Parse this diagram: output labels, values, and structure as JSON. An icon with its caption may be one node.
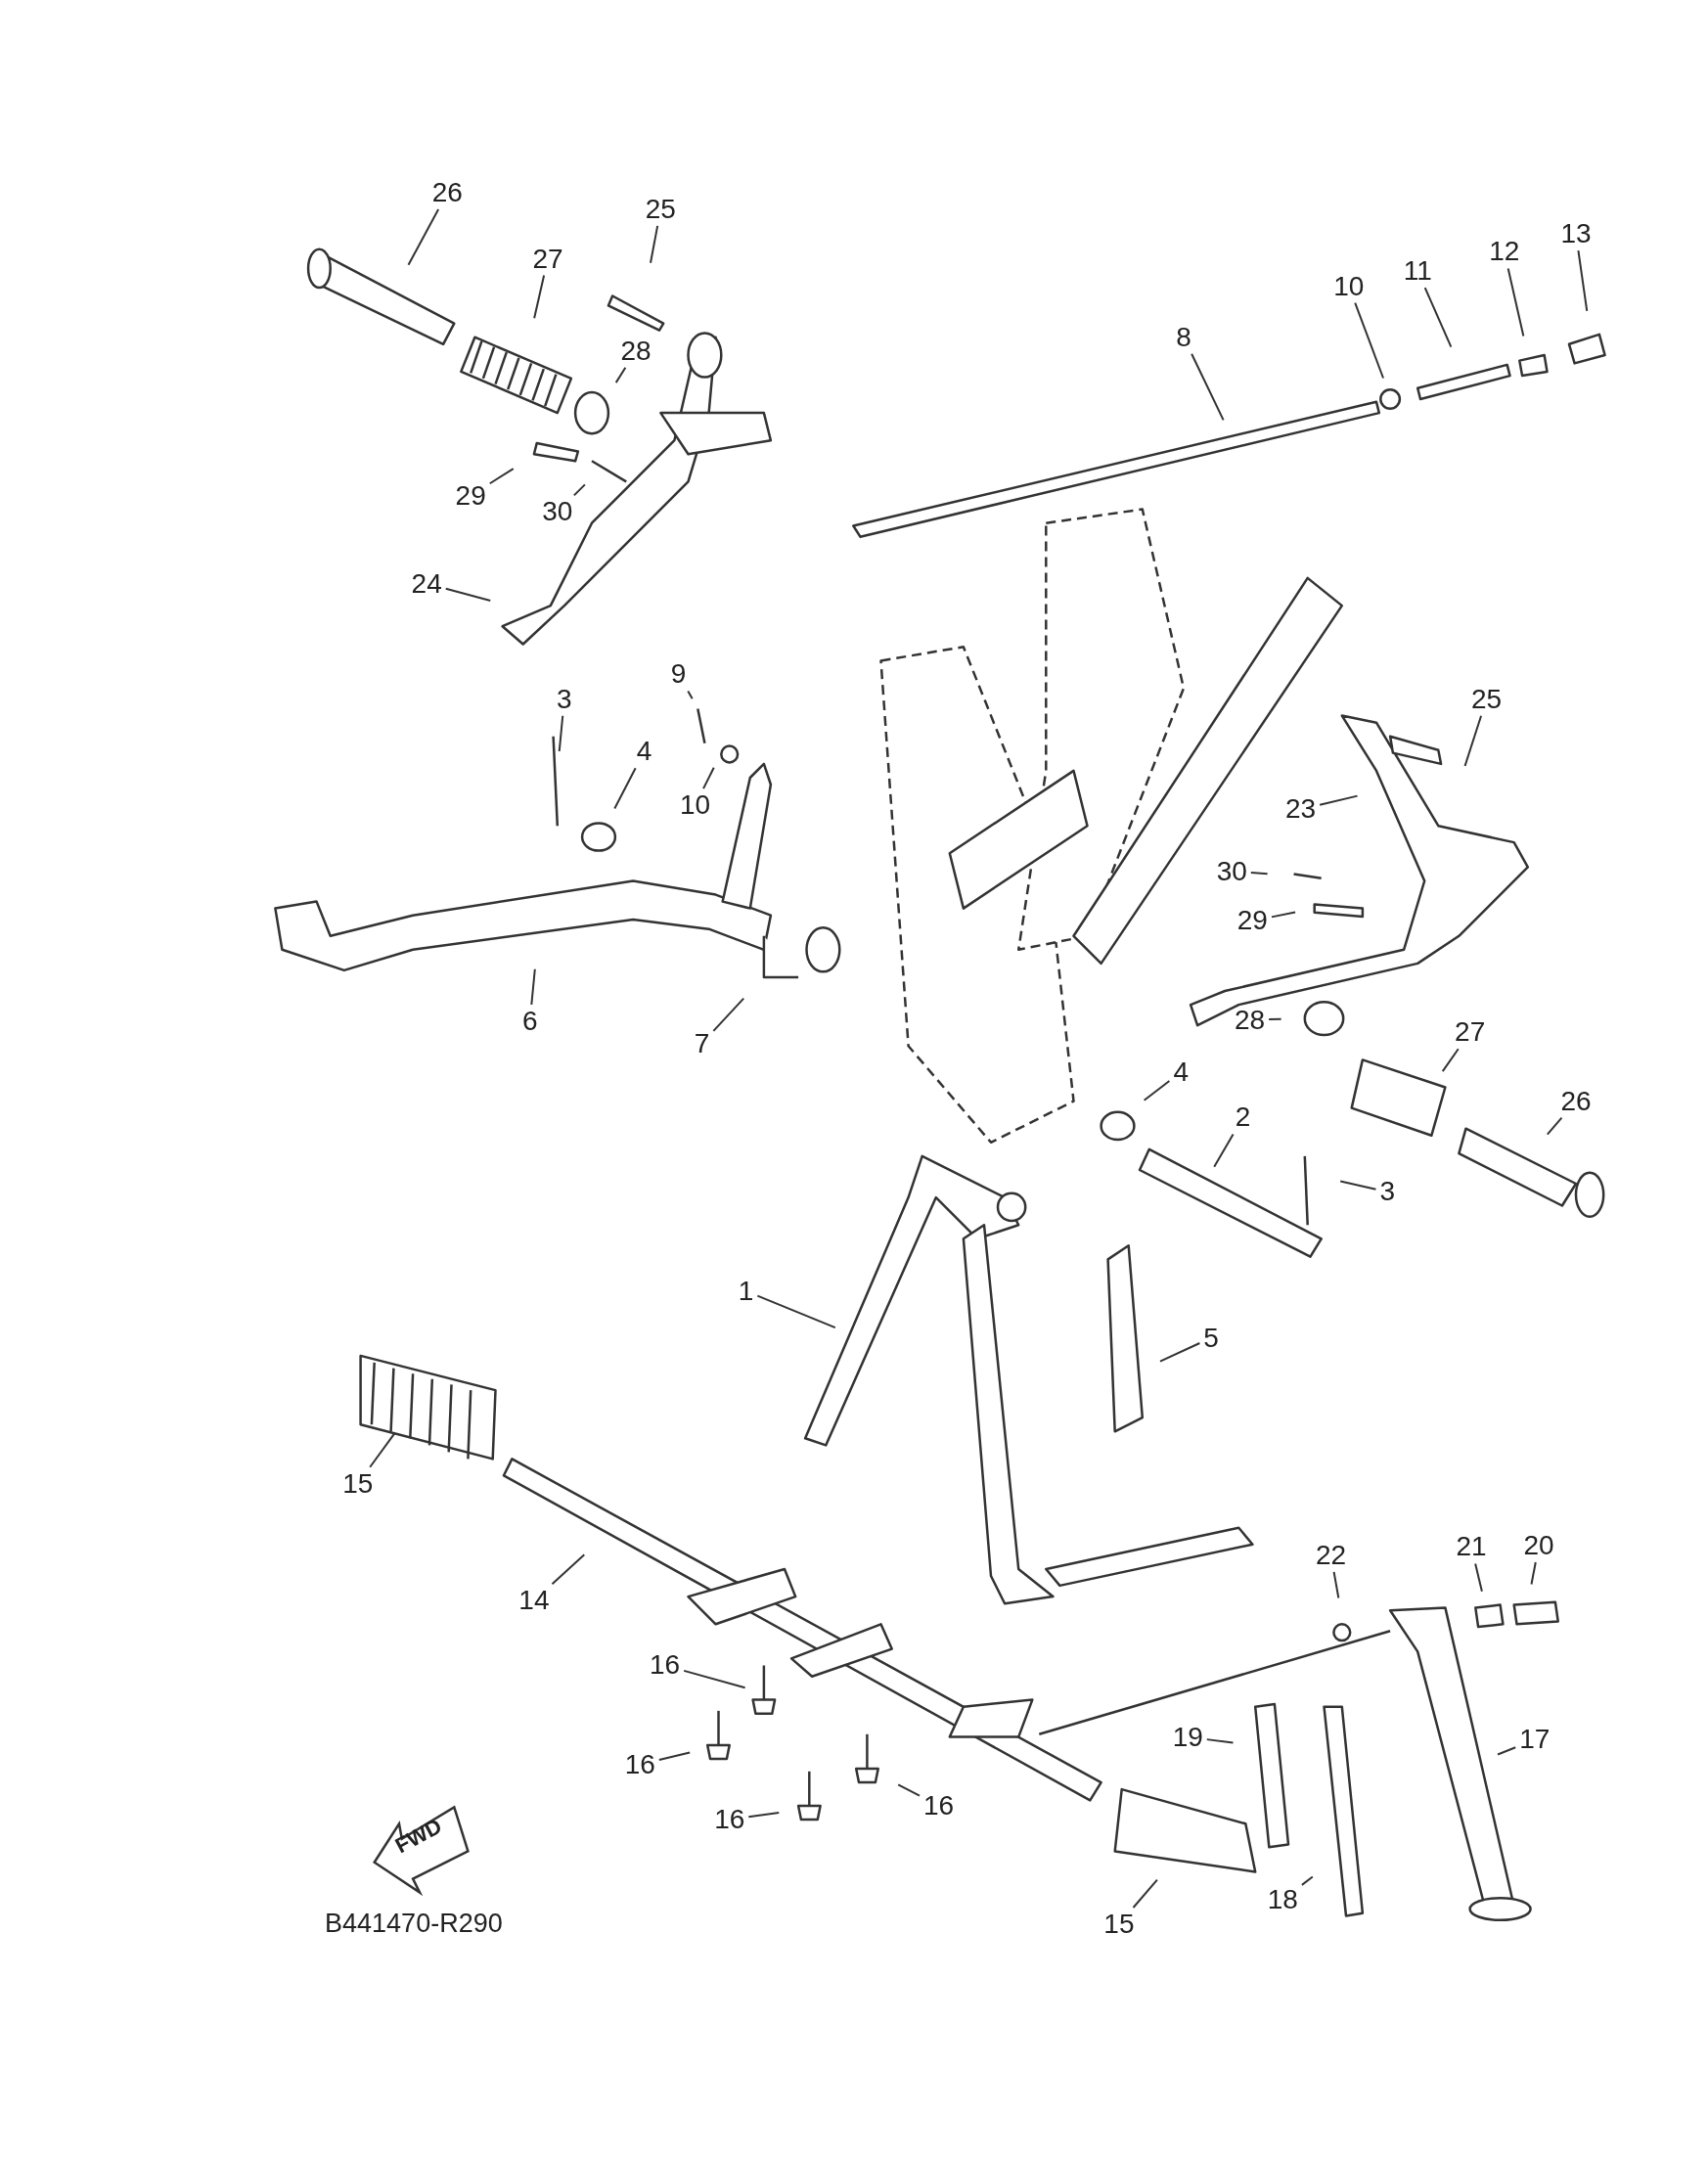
{
  "diagram": {
    "nodes": [
      {
        "text": [
          "26"
        ]
      },
      {
        "text": [
          "27"
        ]
      },
      {
        "text": [
          "25"
        ]
      },
      {
        "text": [
          "28"
        ]
      },
      {
        "text": [
          "29"
        ]
      },
      {
        "text": [
          "30"
        ]
      },
      {
        "text": [
          "24"
        ]
      },
      {
        "text": [
          "8"
        ]
      },
      {
        "text": [
          "10"
        ]
      },
      {
        "text": [
          "11"
        ]
      },
      {
        "text": [
          "12"
        ]
      },
      {
        "text": [
          "13"
        ]
      },
      {
        "text": [
          "9"
        ]
      },
      {
        "text": [
          "3"
        ]
      },
      {
        "text": [
          "4"
        ]
      },
      {
        "text": [
          "10"
        ]
      },
      {
        "text": [
          "6"
        ]
      },
      {
        "text": [
          "7"
        ]
      },
      {
        "text": [
          "25"
        ]
      },
      {
        "text": [
          "23"
        ]
      },
      {
        "text": [
          "30"
        ]
      },
      {
        "text": [
          "29"
        ]
      },
      {
        "text": [
          "28"
        ]
      },
      {
        "text": [
          "27"
        ]
      },
      {
        "text": [
          "26"
        ]
      },
      {
        "text": [
          "4"
        ]
      },
      {
        "text": [
          "2"
        ]
      },
      {
        "text": [
          "3"
        ]
      },
      {
        "text": [
          "1"
        ]
      },
      {
        "text": [
          "5"
        ]
      },
      {
        "text": [
          "15"
        ]
      },
      {
        "text": [
          "14"
        ]
      },
      {
        "text": [
          "16"
        ]
      },
      {
        "text": [
          "16"
        ]
      },
      {
        "text": [
          "16"
        ]
      },
      {
        "text": [
          "16"
        ]
      },
      {
        "text": [
          "22"
        ]
      },
      {
        "text": [
          "21"
        ]
      },
      {
        "text": [
          "20"
        ]
      },
      {
        "text": [
          "19"
        ]
      },
      {
        "text": [
          "17"
        ]
      },
      {
        "text": [
          "18"
        ]
      },
      {
        "text": [
          "15"
        ]
      }
    ],
    "edges": [
      {
        "from": 0,
        "to": null,
        "arrow": "none"
      },
      {
        "from": 1,
        "to": null,
        "arrow": "none"
      },
      {
        "from": 2,
        "to": null,
        "arrow": "none"
      },
      {
        "from": 3,
        "to": null,
        "arrow": "none"
      },
      {
        "from": 4,
        "to": null,
        "arrow": "none"
      },
      {
        "from": 5,
        "to": null,
        "arrow": "none"
      },
      {
        "from": 6,
        "to": null,
        "arrow": "none"
      },
      {
        "from": 7,
        "to": null,
        "arrow": "none"
      },
      {
        "from": 8,
        "to": null,
        "arrow": "none"
      },
      {
        "from": 9,
        "to": null,
        "arrow": "none"
      },
      {
        "from": 10,
        "to": null,
        "arrow": "none"
      },
      {
        "from": 11,
        "to": null,
        "arrow": "none"
      },
      {
        "from": 12,
        "to": null,
        "arrow": "none"
      },
      {
        "from": 13,
        "to": null,
        "arrow": "none"
      },
      {
        "from": 14,
        "to": null,
        "arrow": "none"
      },
      {
        "from": 15,
        "to": null,
        "arrow": "none"
      },
      {
        "from": 16,
        "to": null,
        "arrow": "none"
      },
      {
        "from": 17,
        "to": null,
        "arrow": "none"
      },
      {
        "from": 18,
        "to": null,
        "arrow": "none"
      },
      {
        "from": 19,
        "to": null,
        "arrow": "none"
      },
      {
        "from": 20,
        "to": null,
        "arrow": "none"
      },
      {
        "from": 21,
        "to": null,
        "arrow": "none"
      },
      {
        "from": 22,
        "to": null,
        "arrow": "none"
      },
      {
        "from": 23,
        "to": null,
        "arrow": "none"
      },
      {
        "from": 24,
        "to": null,
        "arrow": "none"
      },
      {
        "from": 25,
        "to": null,
        "arrow": "none"
      },
      {
        "from": 26,
        "to": null,
        "arrow": "none"
      },
      {
        "from": 27,
        "to": null,
        "arrow": "none"
      },
      {
        "from": 28,
        "to": null,
        "arrow": "none"
      },
      {
        "from": 29,
        "to": null,
        "arrow": "none"
      },
      {
        "from": 30,
        "to": null,
        "arrow": "none"
      },
      {
        "from": 31,
        "to": null,
        "arrow": "none"
      },
      {
        "from": 32,
        "to": null,
        "arrow": "none"
      },
      {
        "from": 33,
        "to": null,
        "arrow": "none"
      },
      {
        "from": 34,
        "to": null,
        "arrow": "none"
      },
      {
        "from": 35,
        "to": null,
        "arrow": "none"
      },
      {
        "from": 36,
        "to": null,
        "arrow": "none"
      },
      {
        "from": 37,
        "to": null,
        "arrow": "none"
      },
      {
        "from": 38,
        "to": null,
        "arrow": "none"
      },
      {
        "from": 39,
        "to": null,
        "arrow": "none"
      },
      {
        "from": 40,
        "to": null,
        "arrow": "none"
      },
      {
        "from": 41,
        "to": null,
        "arrow": "none"
      },
      {
        "from": 42,
        "to": null,
        "arrow": "none"
      }
    ],
    "labels": [
      "FWD",
      "B441470-R290"
    ]
  }
}
